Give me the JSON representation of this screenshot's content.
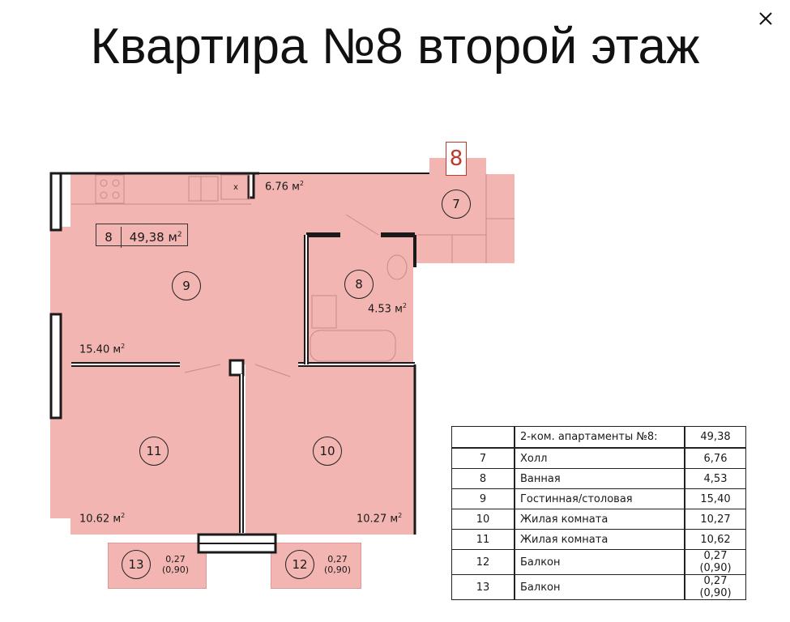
{
  "title": "Квартира №8 второй этаж",
  "close_label": "close",
  "plan": {
    "apartment_badge": {
      "number": "8",
      "area": "49,38 м",
      "sup": "2"
    },
    "entrance_badge": "8",
    "rooms": [
      {
        "id": "7",
        "area_label": "6.76 м"
      },
      {
        "id": "8",
        "area_label": "4.53 м"
      },
      {
        "id": "9",
        "area_label": "15.40 м"
      },
      {
        "id": "10",
        "area_label": "10.27 м"
      },
      {
        "id": "11",
        "area_label": "10.62 м"
      },
      {
        "id": "12",
        "area_line1": "0,27",
        "area_line2": "(0,90)"
      },
      {
        "id": "13",
        "area_line1": "0,27",
        "area_line2": "(0,90)"
      }
    ],
    "sup": "2",
    "fridge_mark": "x",
    "colors": {
      "room_fill": "#f2b5b1",
      "wall": "#1a1a1a",
      "badge_red": "#c0392b"
    }
  },
  "legend": {
    "header": {
      "num": "",
      "name": "2-ком. апартаменты №8:",
      "value": "49,38"
    },
    "rows": [
      {
        "num": "7",
        "name": "Холл",
        "value": "6,76"
      },
      {
        "num": "8",
        "name": "Ванная",
        "value": "4,53"
      },
      {
        "num": "9",
        "name": "Гостинная/столовая",
        "value": "15,40"
      },
      {
        "num": "10",
        "name": "Жилая комната",
        "value": "10,27"
      },
      {
        "num": "11",
        "name": "Жилая комната",
        "value": "10,62"
      },
      {
        "num": "12",
        "name": "Балкон",
        "value": "0,27 (0,90)"
      },
      {
        "num": "13",
        "name": "Балкон",
        "value": "0,27 (0,90)"
      }
    ]
  }
}
